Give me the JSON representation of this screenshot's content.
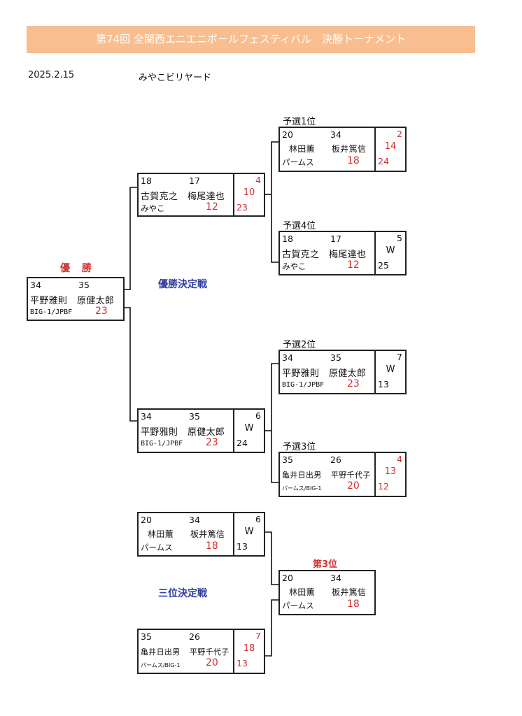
{
  "header": {
    "title": "第74回 全関西エニエニボールフェスティバル　決勝トーナメント",
    "bg_color": "#F8BE8F"
  },
  "event": {
    "date": "2025.2.15",
    "venue": "みやこビリヤード"
  },
  "labels": {
    "champion": "優 勝",
    "final": "優勝決定戦",
    "third_place_match": "三位決定戦",
    "third_place": "第3位",
    "q1": "予選1位",
    "q2": "予選2位",
    "q3": "予選3位",
    "q4": "予選4位"
  },
  "colors": {
    "accent_red": "#D0302E",
    "accent_blue": "#2E3DA0"
  },
  "matches": {
    "champion": {
      "num1": "34",
      "num2": "35",
      "player1": "平野雅則",
      "player2": "原健太郎",
      "club": "BIG-1/JPBF",
      "total": "23"
    },
    "semi_top": {
      "num1": "18",
      "num2": "17",
      "player1": "古賀克之",
      "player2": "梅尾達也",
      "club": "みやこ",
      "total": "12",
      "score_top": "4",
      "score_mid": "10",
      "score_bot": "23"
    },
    "semi_bottom": {
      "num1": "34",
      "num2": "35",
      "player1": "平野雅則",
      "player2": "原健太郎",
      "club": "BIG-1/JPBF",
      "total": "23",
      "score_top": "6",
      "score_mid": "W",
      "score_bot": "24"
    },
    "q1": {
      "num1": "20",
      "num2": "34",
      "player1": "林田薫",
      "player2": "板井篤信",
      "club": "パームス",
      "total": "18",
      "score_top": "2",
      "score_mid": "14",
      "score_bot": "24"
    },
    "q4": {
      "num1": "18",
      "num2": "17",
      "player1": "古賀克之",
      "player2": "梅尾達也",
      "club": "みやこ",
      "total": "12",
      "score_top": "5",
      "score_mid": "W",
      "score_bot": "25"
    },
    "q2": {
      "num1": "34",
      "num2": "35",
      "player1": "平野雅則",
      "player2": "原健太郎",
      "club": "BIG-1/JPBF",
      "total": "23",
      "score_top": "7",
      "score_mid": "W",
      "score_bot": "13"
    },
    "q3": {
      "num1": "35",
      "num2": "26",
      "player1": "亀井日出男",
      "player2": "平野千代子",
      "club": "パームス/BIG-1",
      "total": "20",
      "score_top": "4",
      "score_mid": "13",
      "score_bot": "12"
    },
    "third_a": {
      "num1": "20",
      "num2": "34",
      "player1": "林田薫",
      "player2": "板井篤信",
      "club": "パームス",
      "total": "18",
      "score_top": "6",
      "score_mid": "W",
      "score_bot": "13"
    },
    "third_b": {
      "num1": "35",
      "num2": "26",
      "player1": "亀井日出男",
      "player2": "平野千代子",
      "club": "パームス/BIG-1",
      "total": "20",
      "score_top": "7",
      "score_mid": "18",
      "score_bot": "13"
    },
    "third_winner": {
      "num1": "20",
      "num2": "34",
      "player1": "林田薫",
      "player2": "板井篤信",
      "club": "パームス",
      "total": "18"
    }
  }
}
